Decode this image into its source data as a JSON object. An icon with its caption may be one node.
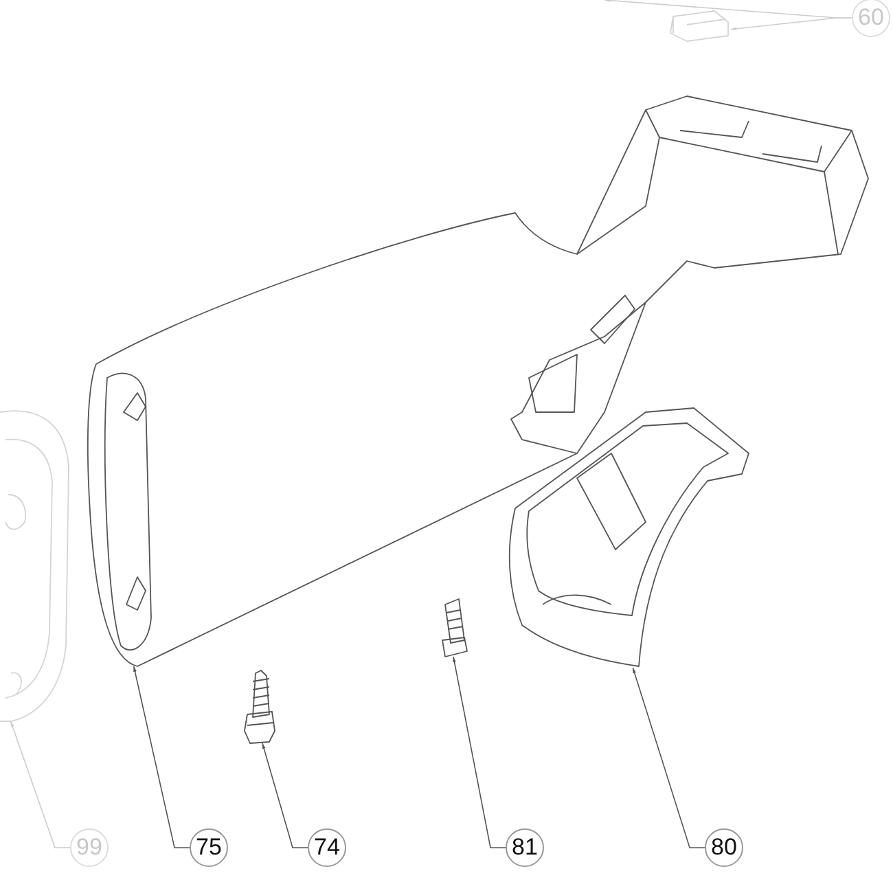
{
  "diagram": {
    "nodes": [
      {
        "text": [
          "60"
        ]
      },
      {
        "text": [],
        "shape": "picture"
      },
      {
        "text": [],
        "shape": "picture"
      },
      {
        "text": [],
        "shape": "picture"
      },
      {
        "text": [],
        "shape": "picture"
      },
      {
        "text": [],
        "shape": "picture"
      },
      {
        "text": [],
        "shape": "picture"
      },
      {
        "text": [
          "99"
        ]
      },
      {
        "text": [
          "75"
        ]
      },
      {
        "text": [
          "74"
        ]
      },
      {
        "text": [
          "81"
        ]
      },
      {
        "text": [
          "80"
        ]
      }
    ],
    "edges": [
      {
        "from": 0,
        "to": 1,
        "arrow": "to",
        "color": "#cccccc"
      },
      {
        "from": 0,
        "to": null,
        "arrow": "to",
        "color": "#cccccc"
      },
      {
        "from": 7,
        "to": 3,
        "arrow": "to",
        "color": "#cccccc"
      },
      {
        "from": 8,
        "to": 2,
        "arrow": "to"
      },
      {
        "from": 9,
        "to": 6,
        "arrow": "to"
      },
      {
        "from": 10,
        "to": 5,
        "arrow": "to"
      },
      {
        "from": 11,
        "to": 4,
        "arrow": "to"
      }
    ]
  }
}
